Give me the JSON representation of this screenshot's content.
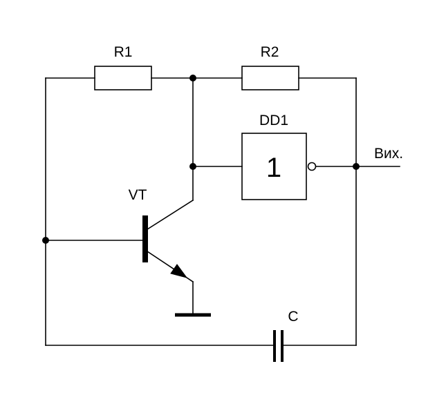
{
  "diagram": {
    "type": "circuit-schematic",
    "labels": {
      "r1": "R1",
      "r2": "R2",
      "dd1": "DD1",
      "gate_symbol": "1",
      "vt": "VT",
      "c": "C",
      "output": "Вих."
    },
    "components": [
      {
        "ref": "R1",
        "kind": "resistor"
      },
      {
        "ref": "R2",
        "kind": "resistor"
      },
      {
        "ref": "DD1",
        "kind": "logic-inverter"
      },
      {
        "ref": "VT",
        "kind": "npn-transistor"
      },
      {
        "ref": "C",
        "kind": "capacitor"
      }
    ],
    "colors": {
      "stroke": "#000000",
      "background": "#ffffff"
    }
  }
}
